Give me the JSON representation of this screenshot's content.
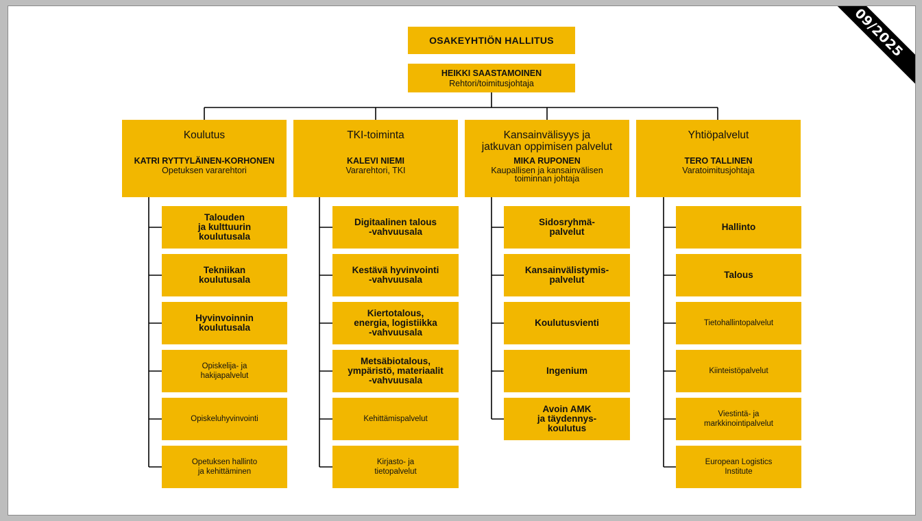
{
  "badge": "09/2025",
  "colors": {
    "box": "#f2b700",
    "line": "#000000"
  },
  "board": {
    "title": "OSAKEYHTIÖN HALLITUS"
  },
  "rector": {
    "name": "HEIKKI SAASTAMOINEN",
    "role": "Rehtori/toimitusjohtaja"
  },
  "units": [
    {
      "title": "Koulutus",
      "leader": "KATRI RYTTYLÄINEN-KORHONEN",
      "role": "Opetuksen vararehtori",
      "subunits": [
        {
          "label": "Talouden\nja kulttuurin\nkoulutusala",
          "emphasis": true
        },
        {
          "label": "Tekniikan\nkoulutusala",
          "emphasis": true
        },
        {
          "label": "Hyvinvoinnin\nkoulutusala",
          "emphasis": true
        },
        {
          "label": "Opiskelija- ja\nhakijapalvelut",
          "emphasis": false
        },
        {
          "label": "Opiskeluhyvinvointi",
          "emphasis": false
        },
        {
          "label": "Opetuksen hallinto\nja kehittäminen",
          "emphasis": false
        }
      ]
    },
    {
      "title": "TKI-toiminta",
      "leader": "KALEVI NIEMI",
      "role": "Vararehtori, TKI",
      "subunits": [
        {
          "label": "Digitaalinen talous\n-vahvuusala",
          "emphasis": true
        },
        {
          "label": "Kestävä hyvinvointi\n-vahvuusala",
          "emphasis": true
        },
        {
          "label": "Kiertotalous,\nenergia, logistiikka\n-vahvuusala",
          "emphasis": true
        },
        {
          "label": "Metsäbiotalous,\nympäristö, materiaalit\n-vahvuusala",
          "emphasis": true
        },
        {
          "label": "Kehittämispalvelut",
          "emphasis": false
        },
        {
          "label": "Kirjasto- ja\ntietopalvelut",
          "emphasis": false
        }
      ]
    },
    {
      "title": "Kansainvälisyys ja\njatkuvan oppimisen palvelut",
      "leader": "MIKA RUPONEN",
      "role": "Kaupallisen ja kansainvälisen\ntoiminnan johtaja",
      "subunits": [
        {
          "label": "Sidosryhmä-\npalvelut",
          "emphasis": true
        },
        {
          "label": "Kansainvälistymis-\npalvelut",
          "emphasis": true
        },
        {
          "label": "Koulutusvienti",
          "emphasis": true
        },
        {
          "label": "Ingenium",
          "emphasis": true
        },
        {
          "label": "Avoin AMK\nja täydennys-\nkoulutus",
          "emphasis": true
        }
      ]
    },
    {
      "title": "Yhtiöpalvelut",
      "leader": "TERO TALLINEN",
      "role": "Varatoimitusjohtaja",
      "subunits": [
        {
          "label": "Hallinto",
          "emphasis": true
        },
        {
          "label": "Talous",
          "emphasis": true
        },
        {
          "label": "Tietohallintopalvelut",
          "emphasis": false
        },
        {
          "label": "Kiinteistöpalvelut",
          "emphasis": false
        },
        {
          "label": "Viestintä- ja\nmarkkinointipalvelut",
          "emphasis": false
        },
        {
          "label": "European Logistics\nInstitute",
          "emphasis": false
        }
      ]
    }
  ]
}
